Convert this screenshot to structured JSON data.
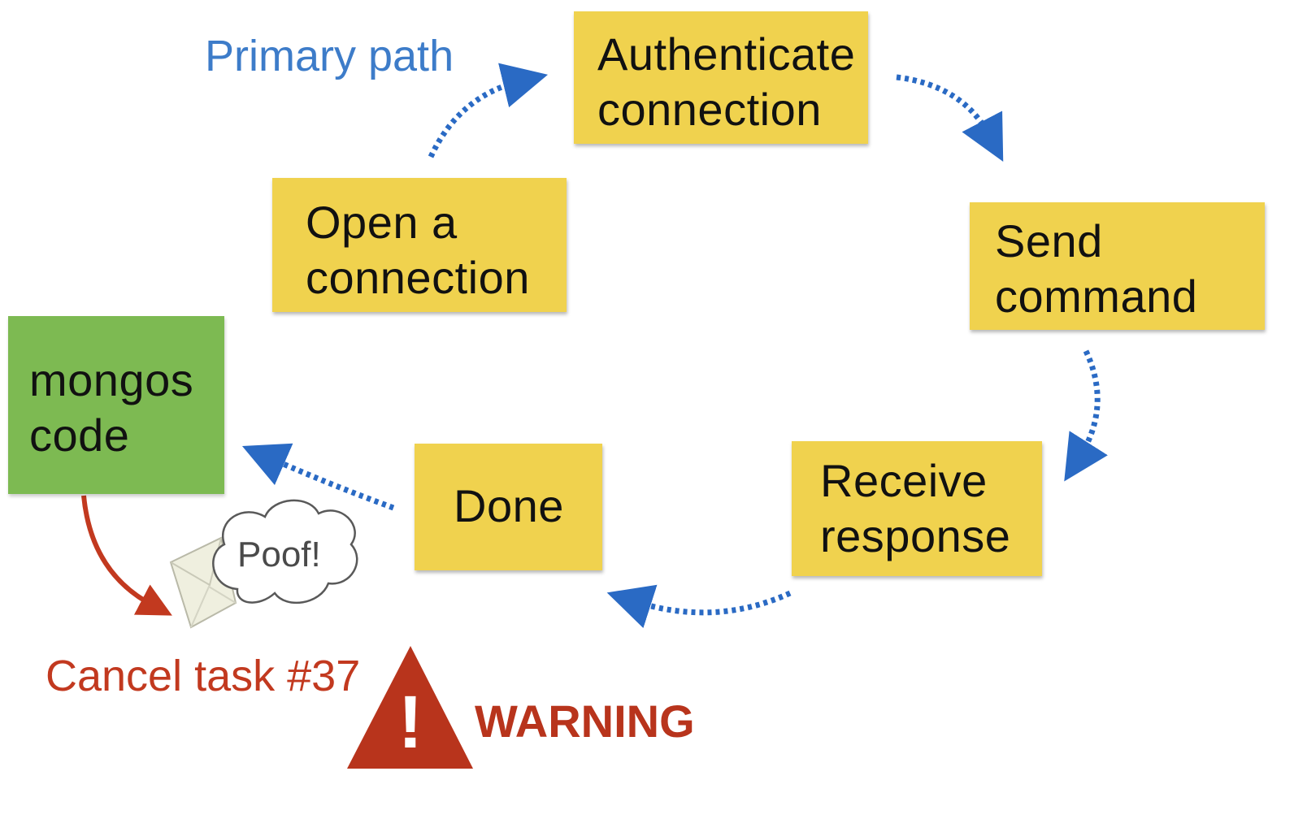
{
  "path_label": "Primary path",
  "steps": {
    "open": {
      "line1": "Open a",
      "line2": "connection"
    },
    "authenticate": {
      "line1": "Authenticate",
      "line2": "connection"
    },
    "send": {
      "line1": "Send",
      "line2": "command"
    },
    "receive": {
      "line1": "Receive",
      "line2": "response"
    },
    "done": {
      "line1": "Done"
    }
  },
  "mongos": {
    "line1": "mongos",
    "line2": "code"
  },
  "cloud_text": "Poof!",
  "cancel_label": "Cancel task #37",
  "warning": {
    "label": "WARNING",
    "symbol": "!"
  },
  "colors": {
    "sticky": "#f0d24e",
    "mongos": "#7dba52",
    "arrow": "#2a6ac4",
    "path_label": "#3d7cc9",
    "cancel": "#c2391f",
    "warning": "#b8341c"
  }
}
